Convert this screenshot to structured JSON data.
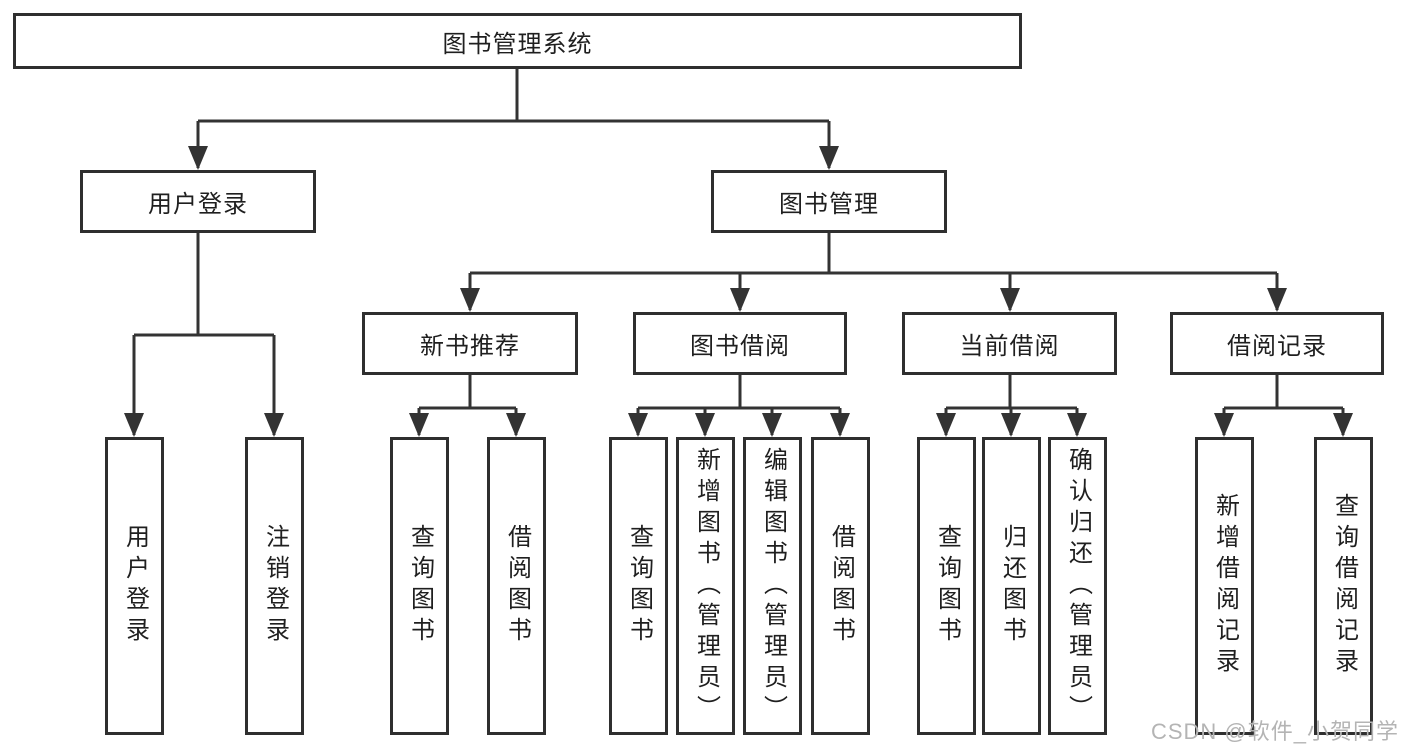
{
  "colors": {
    "line": "#333333",
    "box_border": "#2f2f2f",
    "text": "#1f1f1f",
    "watermark": "#b4b4b4",
    "background": "#ffffff"
  },
  "tree": {
    "root": {
      "label": "图书管理系统"
    },
    "branches": [
      {
        "label": "用户登录",
        "children": [
          "用户登录",
          "注销登录"
        ]
      },
      {
        "label": "图书管理",
        "children": [
          {
            "label": "新书推荐",
            "children": [
              "查询图书",
              "借阅图书"
            ]
          },
          {
            "label": "图书借阅",
            "children": [
              "查询图书",
              "新增图书（管理员）",
              "编辑图书（管理员）",
              "借阅图书"
            ]
          },
          {
            "label": "当前借阅",
            "children": [
              "查询图书",
              "归还图书",
              "确认归还（管理员）"
            ]
          },
          {
            "label": "借阅记录",
            "children": [
              "新增借阅记录",
              "查询借阅记录"
            ]
          }
        ]
      }
    ]
  },
  "watermark": {
    "text": "CSDN @软件_小贺同学"
  }
}
